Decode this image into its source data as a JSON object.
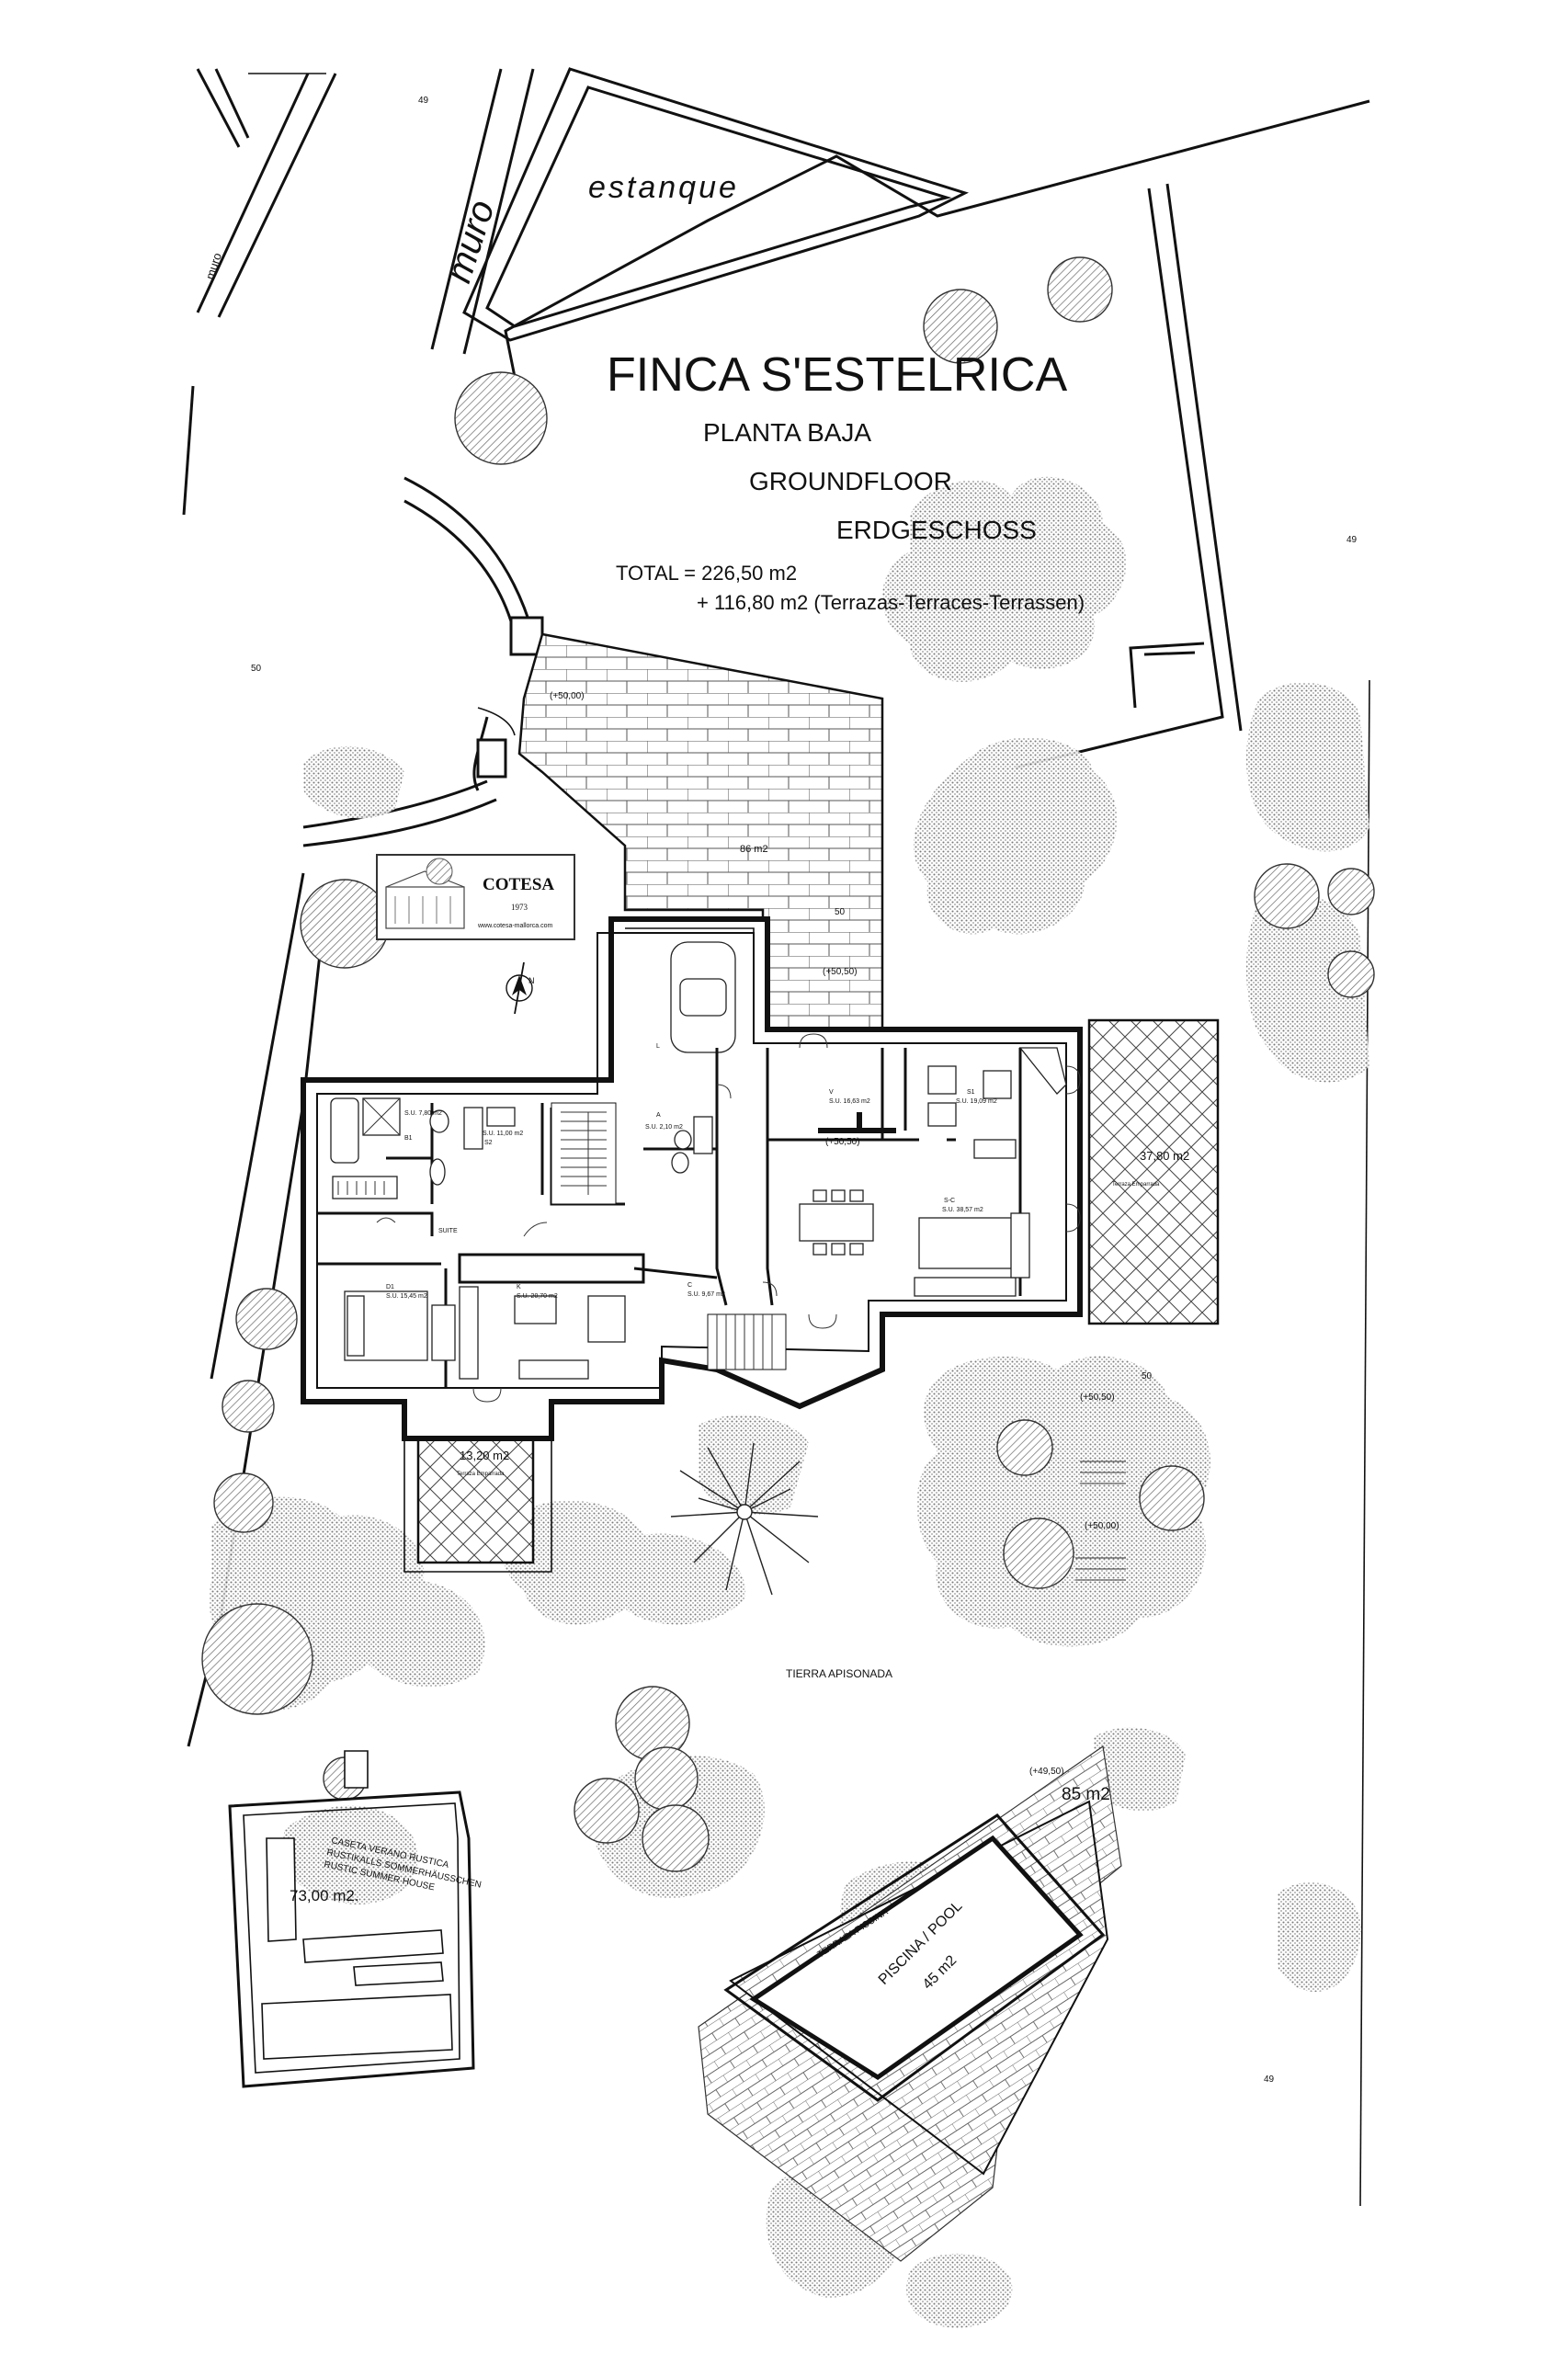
{
  "title": "FINCA S'ESTELRICA",
  "subtitles": [
    "PLANTA BAJA",
    "GROUNDFLOOR",
    "ERDGESCHOSS"
  ],
  "totals": {
    "line1": "TOTAL = 226,50 m2",
    "line2": "+ 116,80 m2 (Terrazas-Terraces-Terrassen)"
  },
  "site_labels": {
    "estanque": "estanque",
    "muro_big": "muro",
    "muro_small": "muro",
    "tierra": "TIERRA  APISONADA",
    "el_49_top": "49",
    "el_49_right": "49",
    "el_49_lower": "49",
    "el_50_left": "50",
    "el_50_terrace": "50",
    "el_50_east": "50",
    "lvl_5000_top": "(+50,00)",
    "lvl_5050_terrace": "(+50,50)",
    "lvl_5050_house": "(+50,50)",
    "lvl_5050_garden": "(+50,50)",
    "lvl_5000_garden": "(+50,00)",
    "lvl_4950_pool": "(+49,50)"
  },
  "terraces": {
    "top_area": "86 m2",
    "east_area": "37,80 m2",
    "east_caption": "Terraza Emparrada",
    "south_area": "13,20 m2",
    "south_caption": "Terraza Emparrada",
    "pool_terrace_area": "85 m2",
    "pool_terrace_label": "TERRAZA  PISCINA"
  },
  "rooms": [
    {
      "id": "B2",
      "name": "",
      "su": "S.U. 7,80 m2"
    },
    {
      "id": "B1",
      "name": "B1",
      "su": ""
    },
    {
      "id": "S2",
      "name": "S2",
      "su": "S.U. 11,00 m2"
    },
    {
      "id": "A",
      "name": "A",
      "su": "S.U. 2,10 m2"
    },
    {
      "id": "SUITE",
      "name": "SUITE",
      "su": ""
    },
    {
      "id": "D1",
      "name": "D1",
      "su": "S.U. 15,45 m2"
    },
    {
      "id": "K",
      "name": "K",
      "su": "S.U. 20,70 m2"
    },
    {
      "id": "C",
      "name": "C",
      "su": "S.U. 9,67 m2"
    },
    {
      "id": "V",
      "name": "V",
      "su": "S.U. 16,63 m2"
    },
    {
      "id": "S1",
      "name": "S1",
      "su": "S.U. 19,09 m2"
    },
    {
      "id": "S-C",
      "name": "S-C",
      "su": "S.U. 38,57 m2"
    },
    {
      "id": "L",
      "name": "L",
      "su": ""
    }
  ],
  "pool": {
    "label": "PISCINA / POOL",
    "area": "45 m2"
  },
  "summer_house": {
    "lines": [
      "CASETA VERANO RUSTICA",
      "RUSTIKALLS SOMMERHÄUSSCHEN",
      "RUSTIC SUMMER HOUSE"
    ],
    "area": "73,00 m2."
  },
  "logo": {
    "name": "COTESA",
    "year": "1973",
    "url": "www.cotesa-mallorca.com"
  },
  "north": "N"
}
